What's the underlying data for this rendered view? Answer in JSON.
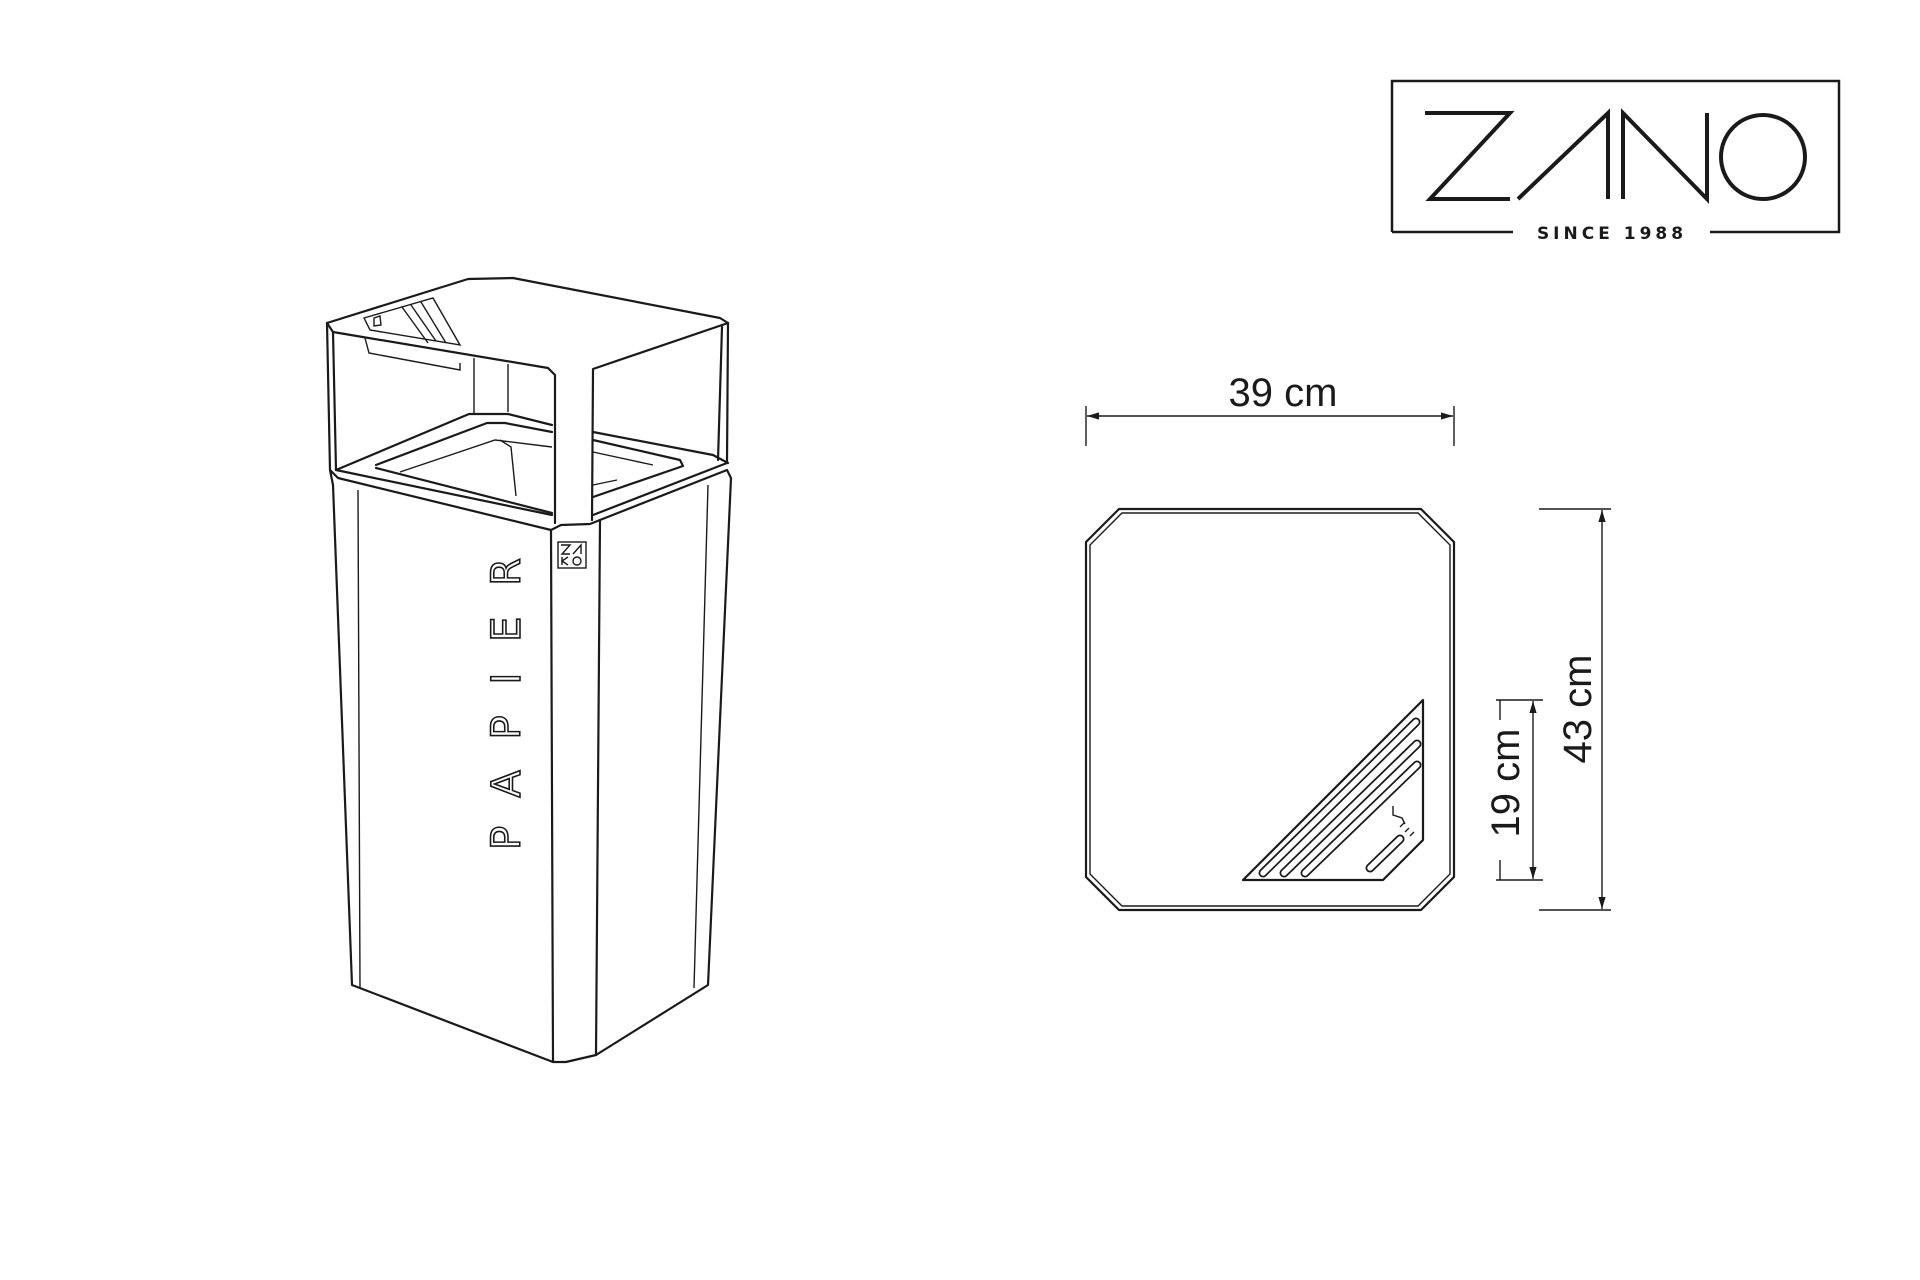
{
  "logo": {
    "brand": "ZANO",
    "tagline": "SINCE 1988"
  },
  "product": {
    "label": "PAPIER"
  },
  "dimensions": {
    "width": "39 cm",
    "depth": "43 cm",
    "vent_depth": "19 cm"
  },
  "colors": {
    "line": "#1a1a1a",
    "background": "#ffffff"
  }
}
